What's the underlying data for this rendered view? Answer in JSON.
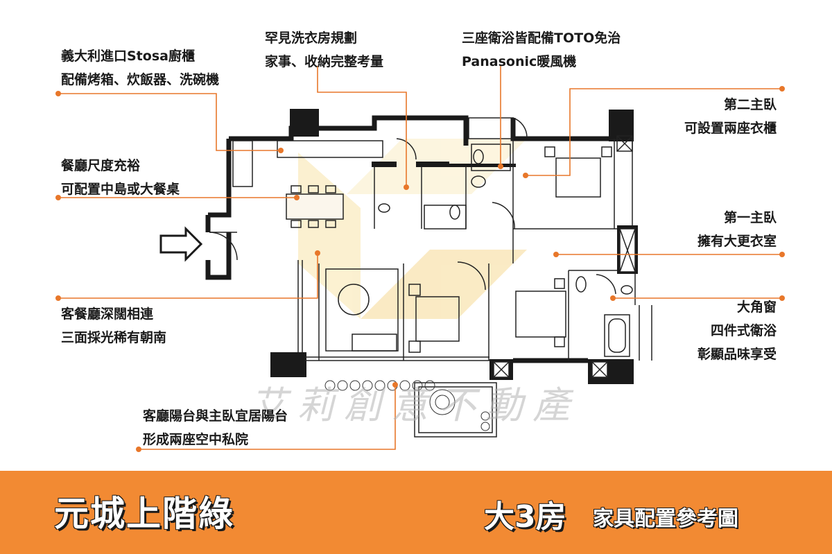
{
  "annotations": {
    "kitchen": [
      "義大利進口Stosa廚櫃",
      "配備烤箱、炊飯器、洗碗機"
    ],
    "laundry": [
      "罕見洗衣房規劃",
      "家事、收納完整考量"
    ],
    "bath": [
      "三座衛浴皆配備TOTO免治",
      "Panasonic暖風機"
    ],
    "dining": [
      "餐廳尺度充裕",
      "可配置中島或大餐桌"
    ],
    "second_master": [
      "第二主臥",
      "可設置兩座衣櫃"
    ],
    "first_master": [
      "第一主臥",
      "擁有大更衣室"
    ],
    "living": [
      "客餐廳深闊相連",
      "三面採光稀有朝南"
    ],
    "corner": [
      "大角窗",
      "四件式衛浴",
      "彰顯品味享受"
    ],
    "balcony": [
      "客廳陽台與主臥宜居陽台",
      "形成兩座空中私院"
    ]
  },
  "banner": {
    "project_name": "元城上階綠",
    "rooms": "大3房",
    "caption": "家具配置參考圖"
  },
  "watermark": "艾莉創意不動產",
  "colors": {
    "accent": "#f28a33",
    "wall": "#1a1a1a",
    "leader": "#e8772a"
  }
}
